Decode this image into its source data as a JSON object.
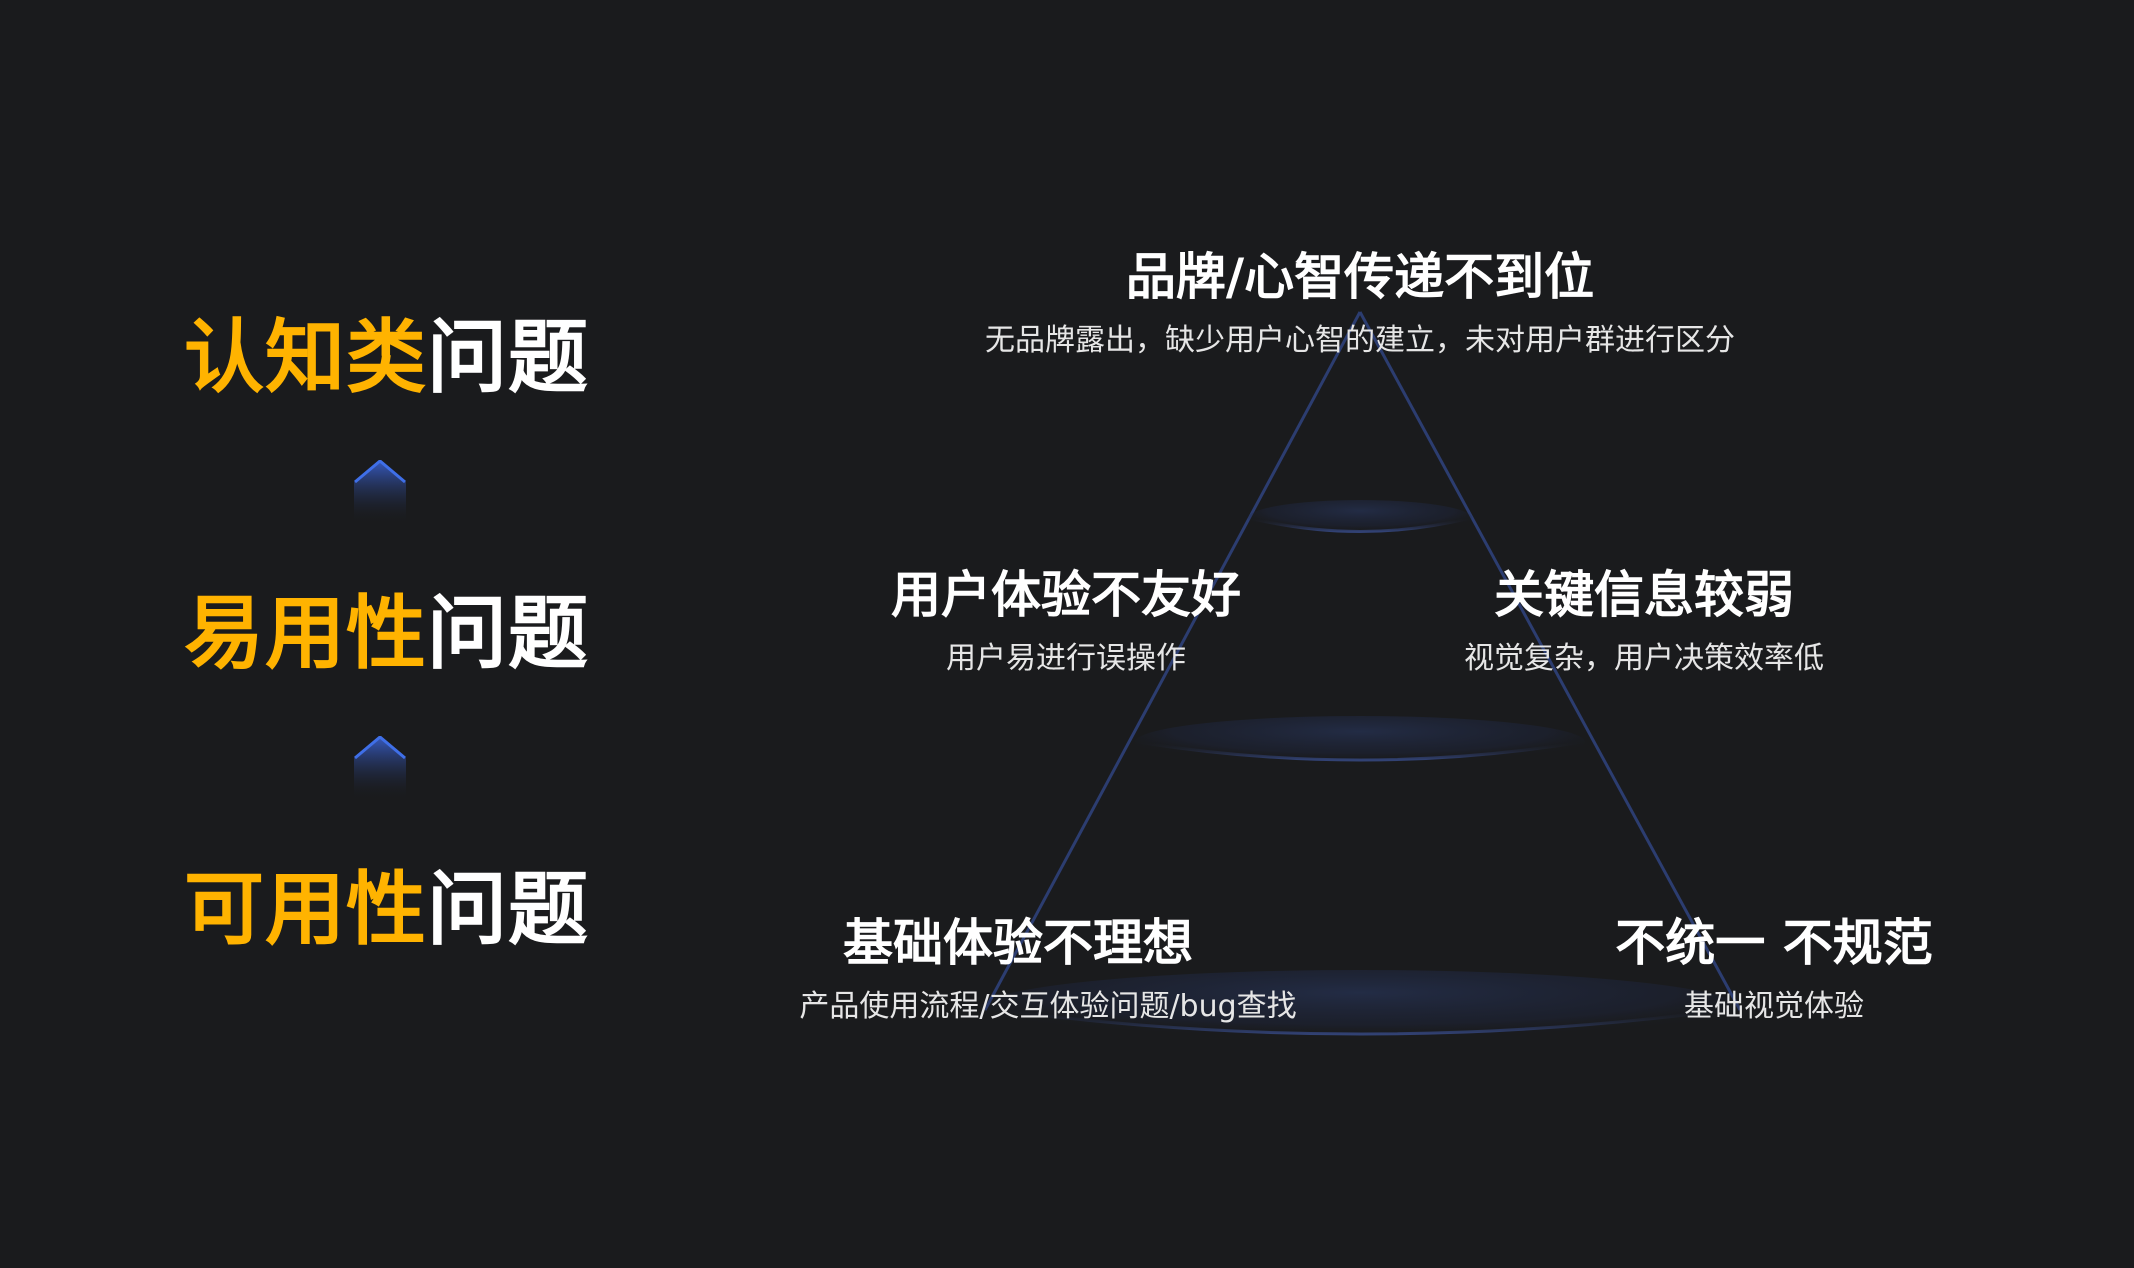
{
  "categories": [
    {
      "highlight": "认知类",
      "rest": "问题"
    },
    {
      "highlight": "易用性",
      "rest": "问题"
    },
    {
      "highlight": "可用性",
      "rest": "问题"
    }
  ],
  "pyramid": {
    "top": {
      "title": "品牌/心智传递不到位",
      "desc": "无品牌露出，缺少用户心智的建立，未对用户群进行区分"
    },
    "middle_left": {
      "title": "用户体验不友好",
      "desc": "用户易进行误操作"
    },
    "middle_right": {
      "title": "关键信息较弱",
      "desc": "视觉复杂，用户决策效率低"
    },
    "bottom_left": {
      "title": "基础体验不理想",
      "desc": "产品使用流程/交互体验问题/bug查找"
    },
    "bottom_right": {
      "title": "不统一 不规范",
      "desc": "基础视觉体验"
    }
  },
  "colors": {
    "background": "#1a1b1d",
    "highlight": "#ffb300",
    "pyramid_line": "#2d3f73",
    "arrow_blue": "#3a63d8"
  }
}
